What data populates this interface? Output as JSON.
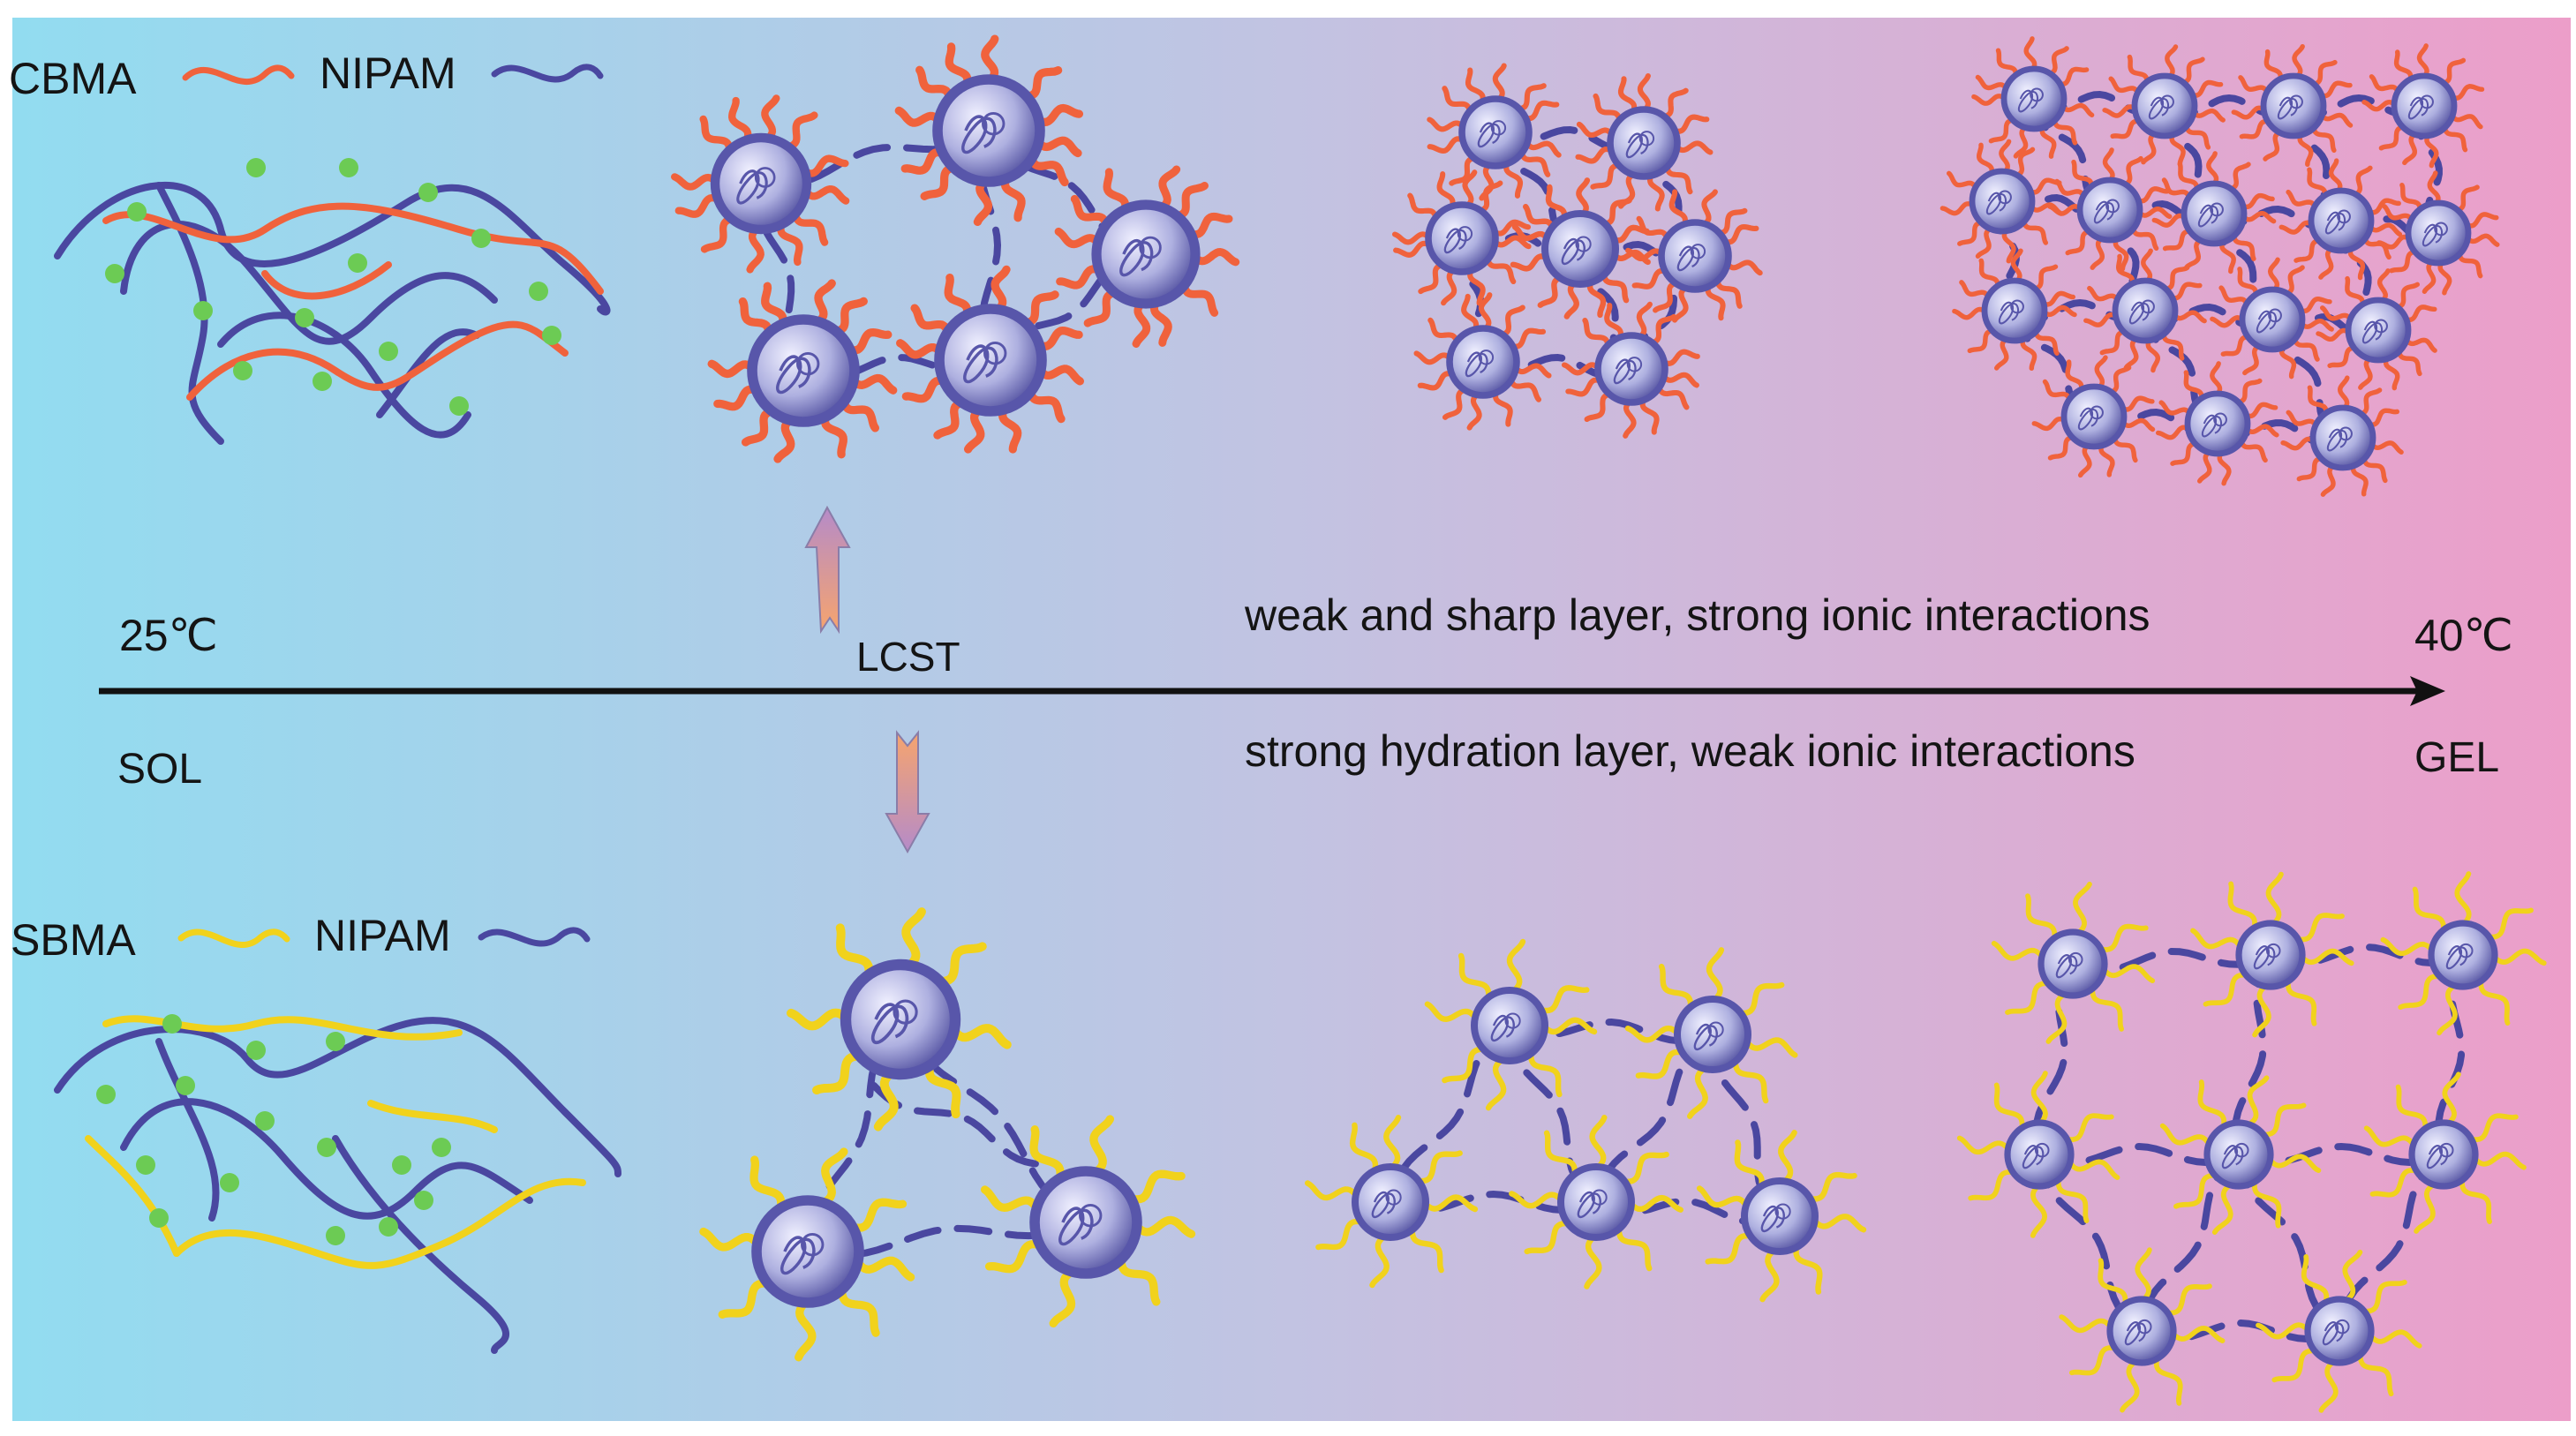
{
  "legend_top": {
    "a_label": "CBMA",
    "b_label": "NIPAM"
  },
  "legend_bottom": {
    "a_label": "SBMA",
    "b_label": "NIPAM"
  },
  "axis": {
    "start_temp": "25℃",
    "end_temp": "40℃",
    "start_state": "SOL",
    "end_state": "GEL",
    "transition": "LCST",
    "note_top": "weak and sharp layer, strong ionic interactions",
    "note_bottom": "strong hydration layer, weak ionic interactions"
  },
  "colors": {
    "bg_left": "#92dcf0",
    "bg_mid": "#c2c3e2",
    "bg_right": "#ec9ec9",
    "cbma": "#f0623c",
    "sbma": "#f1d21c",
    "nipam": "#4a47a0",
    "particle": "#5856aa",
    "dot": "#6ccb54",
    "arrow": "#111111"
  }
}
